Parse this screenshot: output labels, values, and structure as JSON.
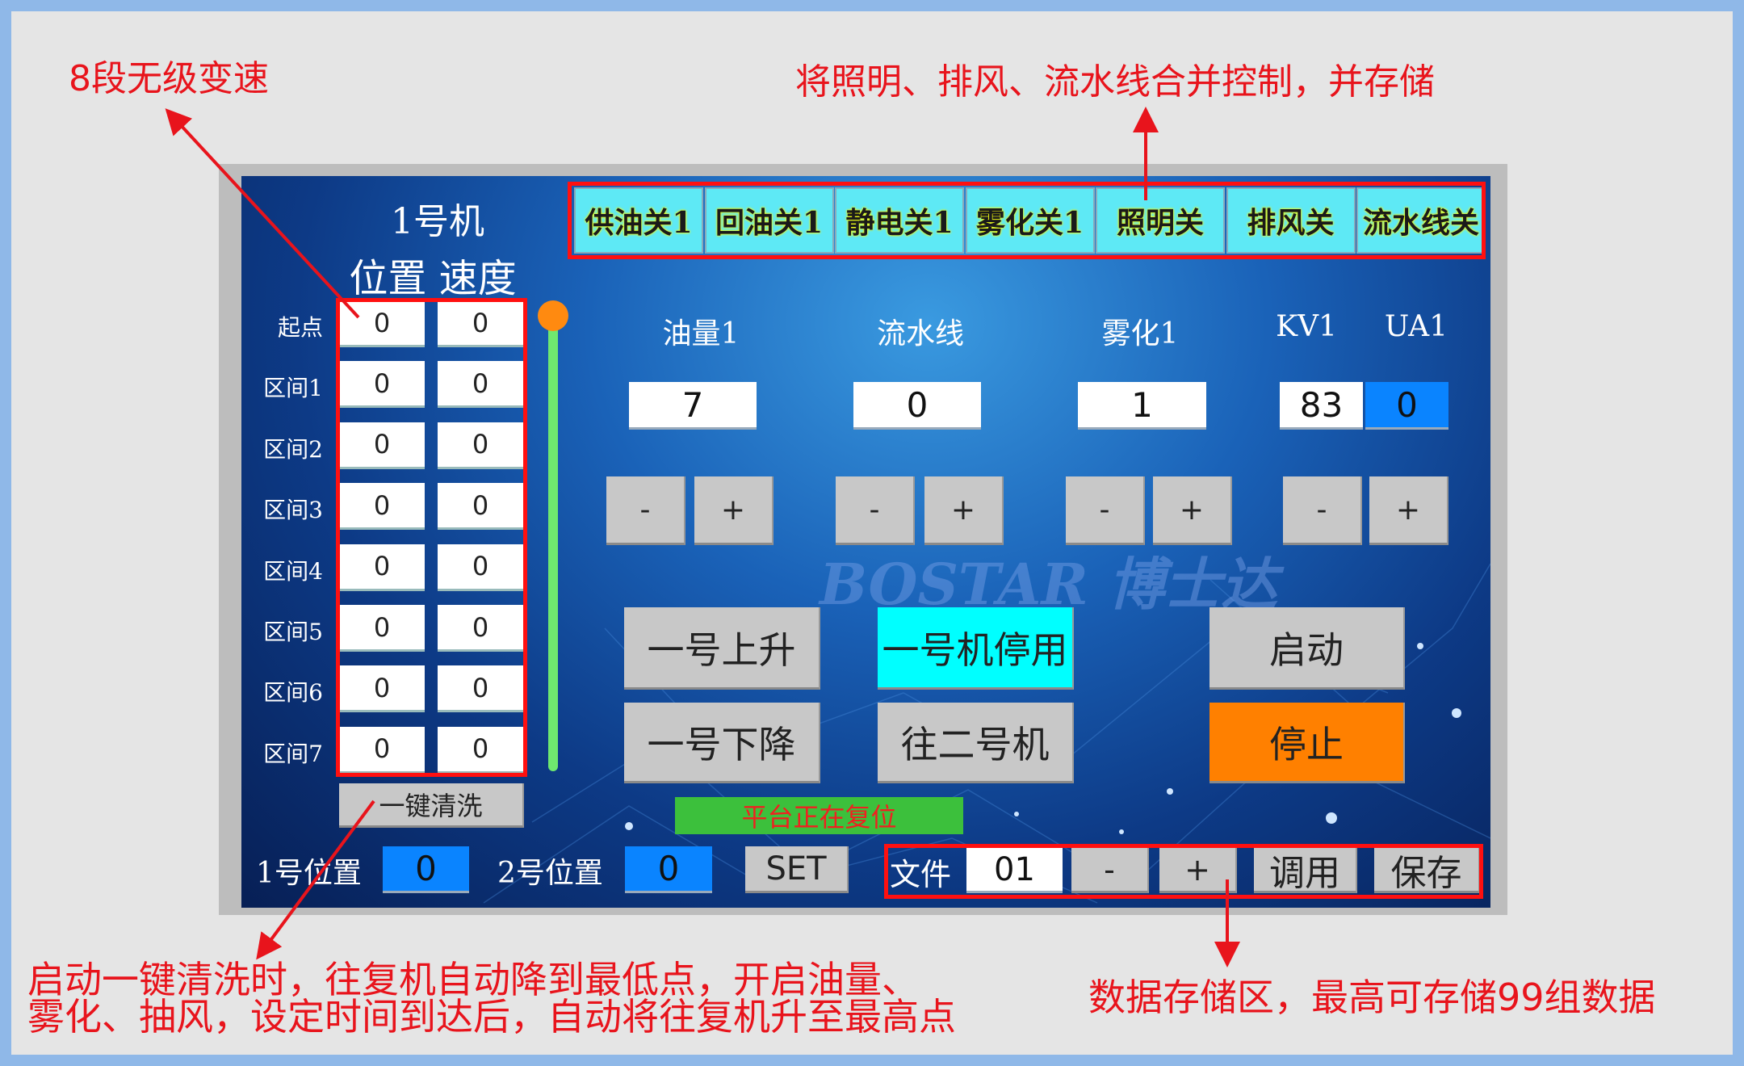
{
  "annotations": {
    "speed": "8段无级变速",
    "combine": "将照明、排风、流水线合并控制，并存储",
    "clean_line1": "启动一键清洗时，往复机自动降到最低点，开启油量、",
    "clean_line2": "雾化、抽风，设定时间到达后，自动将往复机升至最高点",
    "storage": "数据存储区，最高可存储99组数据"
  },
  "panel": {
    "machine_title": "1号机",
    "col_headers": "位置 速度",
    "top_buttons": [
      "供油关1",
      "回油关1",
      "静电关1",
      "雾化关1",
      "照明关",
      "排风关",
      "流水线关"
    ],
    "rows": [
      {
        "label": "起点",
        "position": "0",
        "speed": "0"
      },
      {
        "label": "区间1",
        "position": "0",
        "speed": "0"
      },
      {
        "label": "区间2",
        "position": "0",
        "speed": "0"
      },
      {
        "label": "区间3",
        "position": "0",
        "speed": "0"
      },
      {
        "label": "区间4",
        "position": "0",
        "speed": "0"
      },
      {
        "label": "区间5",
        "position": "0",
        "speed": "0"
      },
      {
        "label": "区间6",
        "position": "0",
        "speed": "0"
      },
      {
        "label": "区间7",
        "position": "0",
        "speed": "0"
      }
    ],
    "slider_level": 1.0,
    "clean_button": "一键清洗",
    "params": [
      {
        "label": "油量1",
        "value": "7"
      },
      {
        "label": "流水线",
        "value": "0"
      },
      {
        "label": "雾化1",
        "value": "1"
      },
      {
        "label": "KV1",
        "value": "83"
      },
      {
        "label": "UA1",
        "value": "0"
      }
    ],
    "minus": "-",
    "plus": "+",
    "watermark": "BOSTAR 博士达",
    "btn_up": "一号上升",
    "btn_disable": "一号机停用",
    "btn_start": "启动",
    "btn_down": "一号下降",
    "btn_to2": "往二号机",
    "btn_stop": "停止",
    "status": "平台正在复位",
    "pos1_label": "1号位置",
    "pos1_value": "0",
    "pos2_label": "2号位置",
    "pos2_value": "0",
    "set": "SET",
    "file_label": "文件",
    "file_value": "01",
    "load": "调用",
    "save": "保存"
  },
  "colors": {
    "cyan": "#5ee9f5",
    "active_cyan": "#00ffff",
    "stop": "#ff8000",
    "blue_value": "#0a84ff",
    "status_bg": "#3cc03c",
    "annotation": "#e8141c"
  }
}
